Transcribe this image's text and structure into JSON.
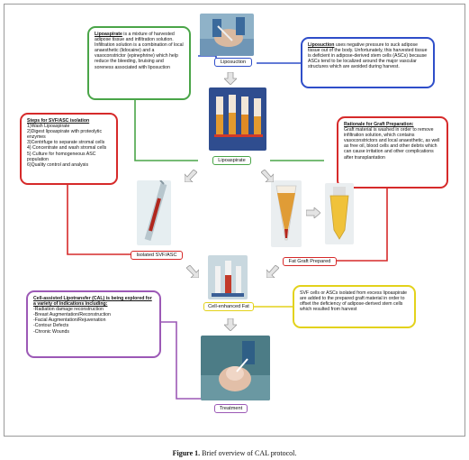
{
  "boxes": {
    "lipoaspirate": {
      "head": "Lipoaspirate",
      "text": " is a mixture of harvested adipose tissue and infiltration solution. Infiltration solution is a combination of local anaesthetic (lidocaine) and a vasoconstrictor (epinephrine) which help reduce the bleeding, bruising and soreness associated with liposuction"
    },
    "liposuction": {
      "head": "Liposuction",
      "text": " uses negative pressure to suck adipose tissue out of the body. Unfortunately, this harvested tissue is deficient in adipose-derived stem cells (ASCs) because ASCs tend to be localized around the major vascular structures which are avoided during harvest."
    },
    "steps": {
      "head": "Steps for SVF/ASC isolation",
      "items": [
        "1)Wash Lipoaspirate",
        "2)Digest lipoaspirate with proteolytic enzymes",
        "3)Centrifuge to separate stromal cells",
        "4) Concentrate and wash stromal cells",
        "5) Culture for homogeneous ASC population",
        "6)Quality control and analysis"
      ]
    },
    "rationale": {
      "head": "Rationale for Graft Preparation:",
      "text": "Graft material is washed in order to remove infiltration solution, which contains vasoconstrictors and local anaesthetic, as well as free oil, blood cells and other debris which can cause irritation and other complications after transplantation"
    },
    "cal": {
      "head": "Cell-assisted Lipotransfer (CAL) is being explored for a variety of indications including:",
      "items": [
        "-Radiation damage reconstruction",
        "-Breast Augmentation/Reconstruction",
        "-Facial Augmentation/Rejuvenation",
        "-Contour Defects",
        "-Chronic Wounds"
      ]
    },
    "svf": {
      "text": "SVF cells or ASCs isolated from excess lipoaspirate are added to the prepared graft material in order to offset the deficiency of adipose-derived stem cells which resulted from harvest"
    }
  },
  "labels": {
    "liposuction": "Liposuction",
    "lipoaspirate": "Lipoaspirate",
    "isolated": "Isolated SVF/ASC",
    "fatgraft": "Fat Graft Prepared",
    "cellfat": "Cell-enhanced Fat",
    "treatment": "Treatment"
  },
  "caption": {
    "label": "Figure 1.",
    "text": " Brief overview of CAL protocol."
  },
  "colors": {
    "green": "#4aa548",
    "blue": "#2f4ec9",
    "red": "#d62a2a",
    "purple": "#9c59b6",
    "yellow": "#e3d21b"
  }
}
